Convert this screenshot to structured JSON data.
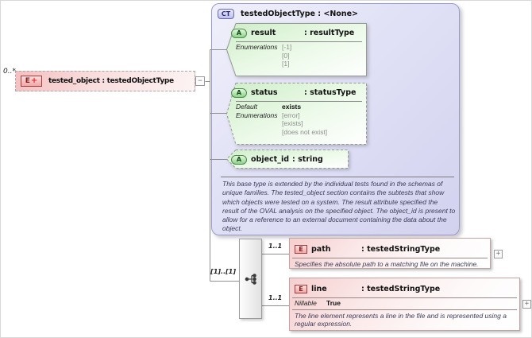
{
  "colors": {
    "element_fill": "#f6cccc",
    "element_border": "#a03c3c",
    "attribute_fill": "#cfeec9",
    "complex_type_fill": "#dedef5",
    "connector": "#8f8f8f"
  },
  "source_element": {
    "occurrence": "0..*",
    "icon_letter": "E",
    "icon_plus_glyph": "+",
    "label": "tested_object : testedObjectType",
    "collapse_glyph": "−"
  },
  "complex_type": {
    "icon": "CT",
    "title": "testedObjectType : <None>",
    "attributes": [
      {
        "icon": "A",
        "name": "result",
        "type": ": resultType",
        "facet_label": "Enumerations",
        "values": [
          "[-1]",
          "[0]",
          "[1]"
        ]
      },
      {
        "icon": "A",
        "name": "status",
        "type": ": statusType",
        "default_label": "Default",
        "default_value": "exists",
        "facet_label": "Enumerations",
        "values": [
          "[error]",
          "[exists]",
          "[does not exist]"
        ]
      },
      {
        "icon": "A",
        "name": "object_id",
        "type": ": string"
      }
    ],
    "description": "This base type is extended by the individual tests found in the schemas of unique families.  The tested_object section contains the subtests that show which objects were tested on a system. The result attribute specified the result of the OVAL analysis on the specified object. The object_id is present to allow for a reference to an external document containing the data about the object."
  },
  "sequence": {
    "occurrence": "[1]..[1]"
  },
  "children": {
    "path": {
      "icon": "E",
      "cardinality": "1..1",
      "name": "path",
      "type": ": testedStringType",
      "annotation": "Specifies the absolute path to a matching file on the machine.",
      "expand_glyph": "+"
    },
    "line": {
      "icon": "E",
      "cardinality": "1..1",
      "name": "line",
      "type": ": testedStringType",
      "fact_label": "Nillable",
      "fact_value": "True",
      "annotation": "The line element represents a line in the file and is represented using a regular expression.",
      "expand_glyph": "+"
    }
  }
}
